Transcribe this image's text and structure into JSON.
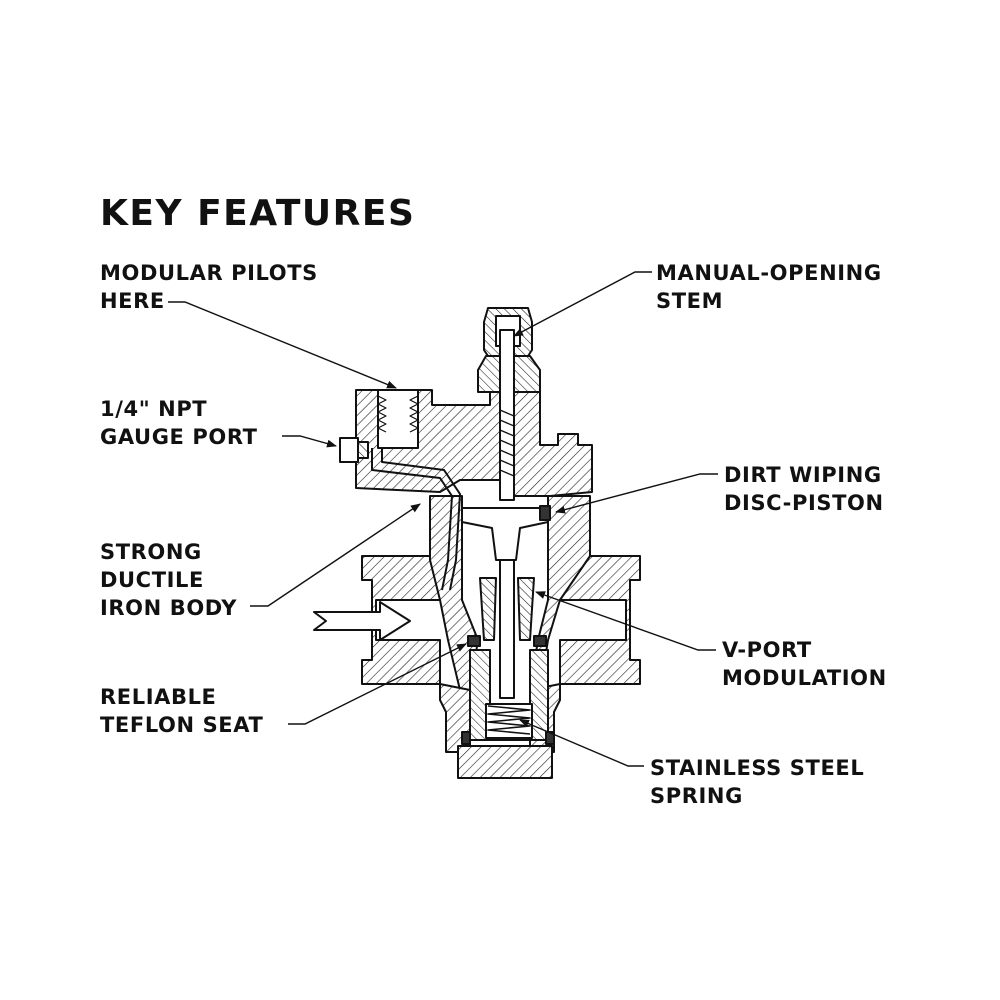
{
  "title": "KEY FEATURES",
  "callouts": {
    "modular_pilots": [
      "MODULAR PILOTS",
      "HERE"
    ],
    "gauge_port": [
      "1/4\" NPT",
      "GAUGE PORT"
    ],
    "ductile_body": [
      "STRONG",
      "DUCTILE",
      "IRON BODY"
    ],
    "teflon_seat": [
      "RELIABLE",
      "TEFLON SEAT"
    ],
    "manual_stem": [
      "MANUAL-OPENING",
      "STEM"
    ],
    "dirt_wiping": [
      "DIRT WIPING",
      "DISC-PISTON"
    ],
    "vport": [
      "V-PORT",
      "MODULATION"
    ],
    "spring": [
      "STAINLESS STEEL",
      "SPRING"
    ]
  }
}
